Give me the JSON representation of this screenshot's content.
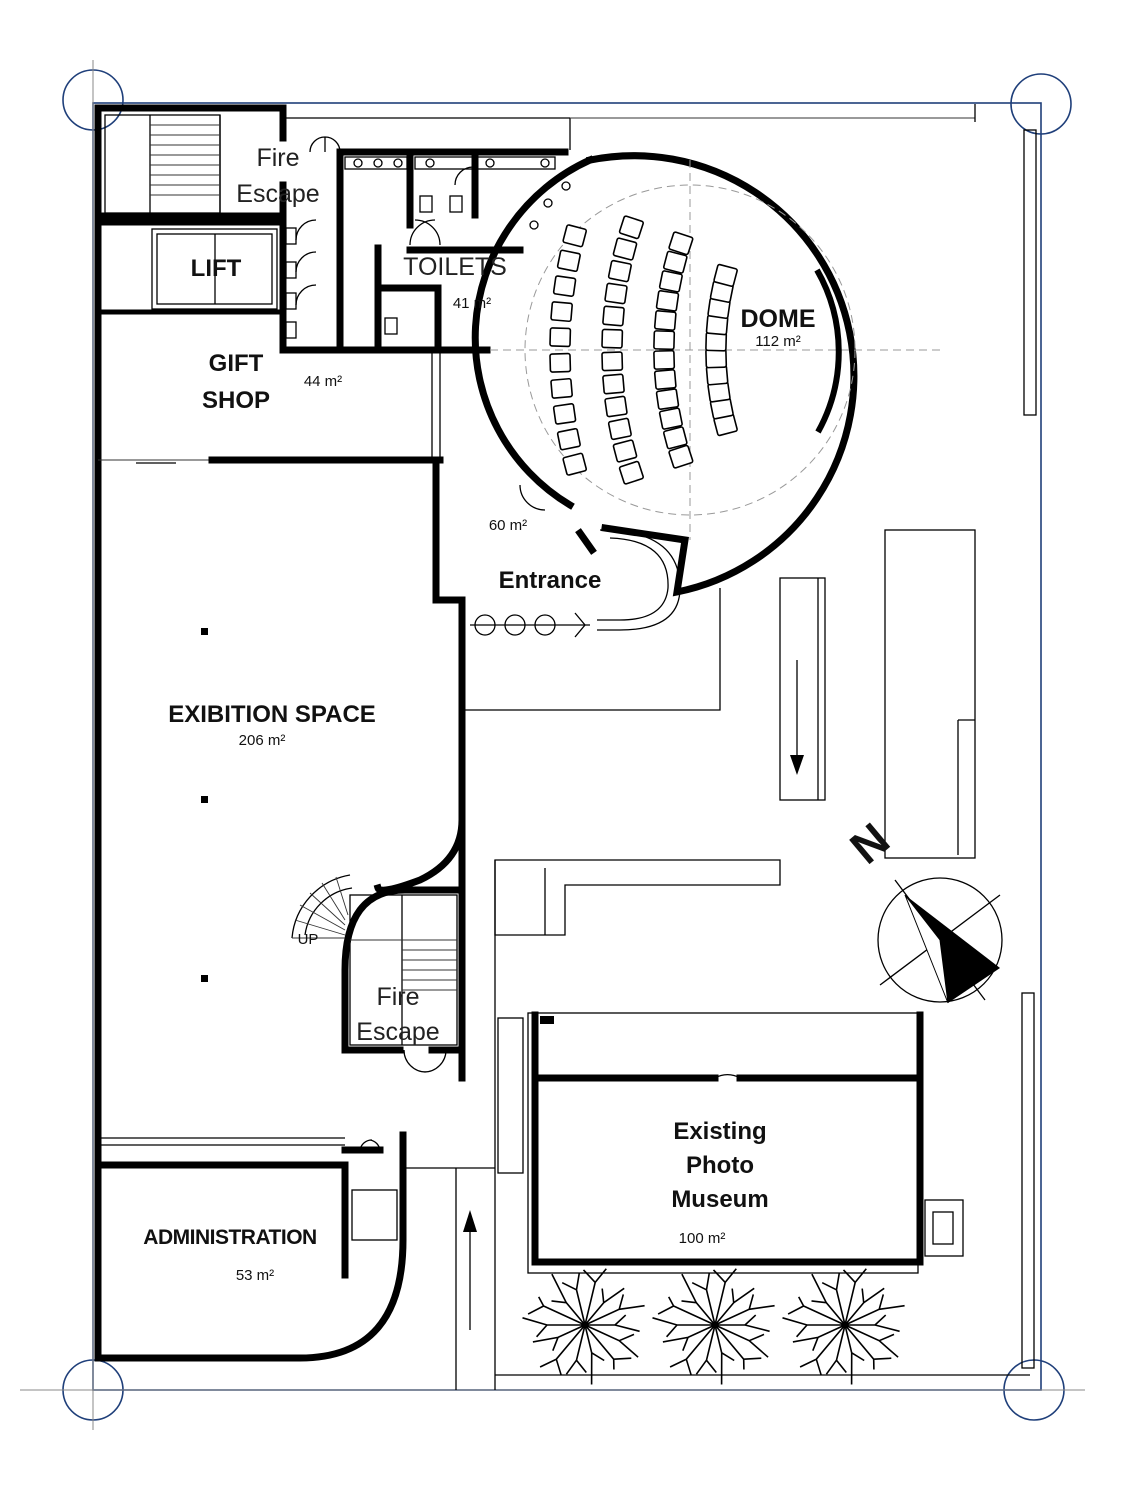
{
  "rooms": {
    "fire_escape_top": {
      "line1": "Fire",
      "line2": "Escape"
    },
    "lift": {
      "name": "LIFT"
    },
    "toilets": {
      "name": "TOILETS",
      "area": "41 m²"
    },
    "gift_shop": {
      "line1": "GIFT",
      "line2": "SHOP",
      "area": "44 m²"
    },
    "dome": {
      "name": "DOME",
      "area": "112 m²"
    },
    "entrance": {
      "name": "Entrance",
      "area": "60 m²"
    },
    "exhibition": {
      "name": "EXIBITION SPACE",
      "area": "206 m²"
    },
    "fire_escape_mid": {
      "line1": "Fire",
      "line2": "Escape"
    },
    "administration": {
      "name": "ADMINISTRATION",
      "area": "53 m²"
    },
    "photo_museum": {
      "line1": "Existing",
      "line2": "Photo",
      "line3": "Museum",
      "area": "100 m²"
    }
  },
  "north_arrow": {
    "label": "N"
  },
  "stair_label": "UP",
  "colors": {
    "walls": "#000000",
    "grid_bubbles": "#1f3f7a",
    "background": "#ffffff"
  }
}
